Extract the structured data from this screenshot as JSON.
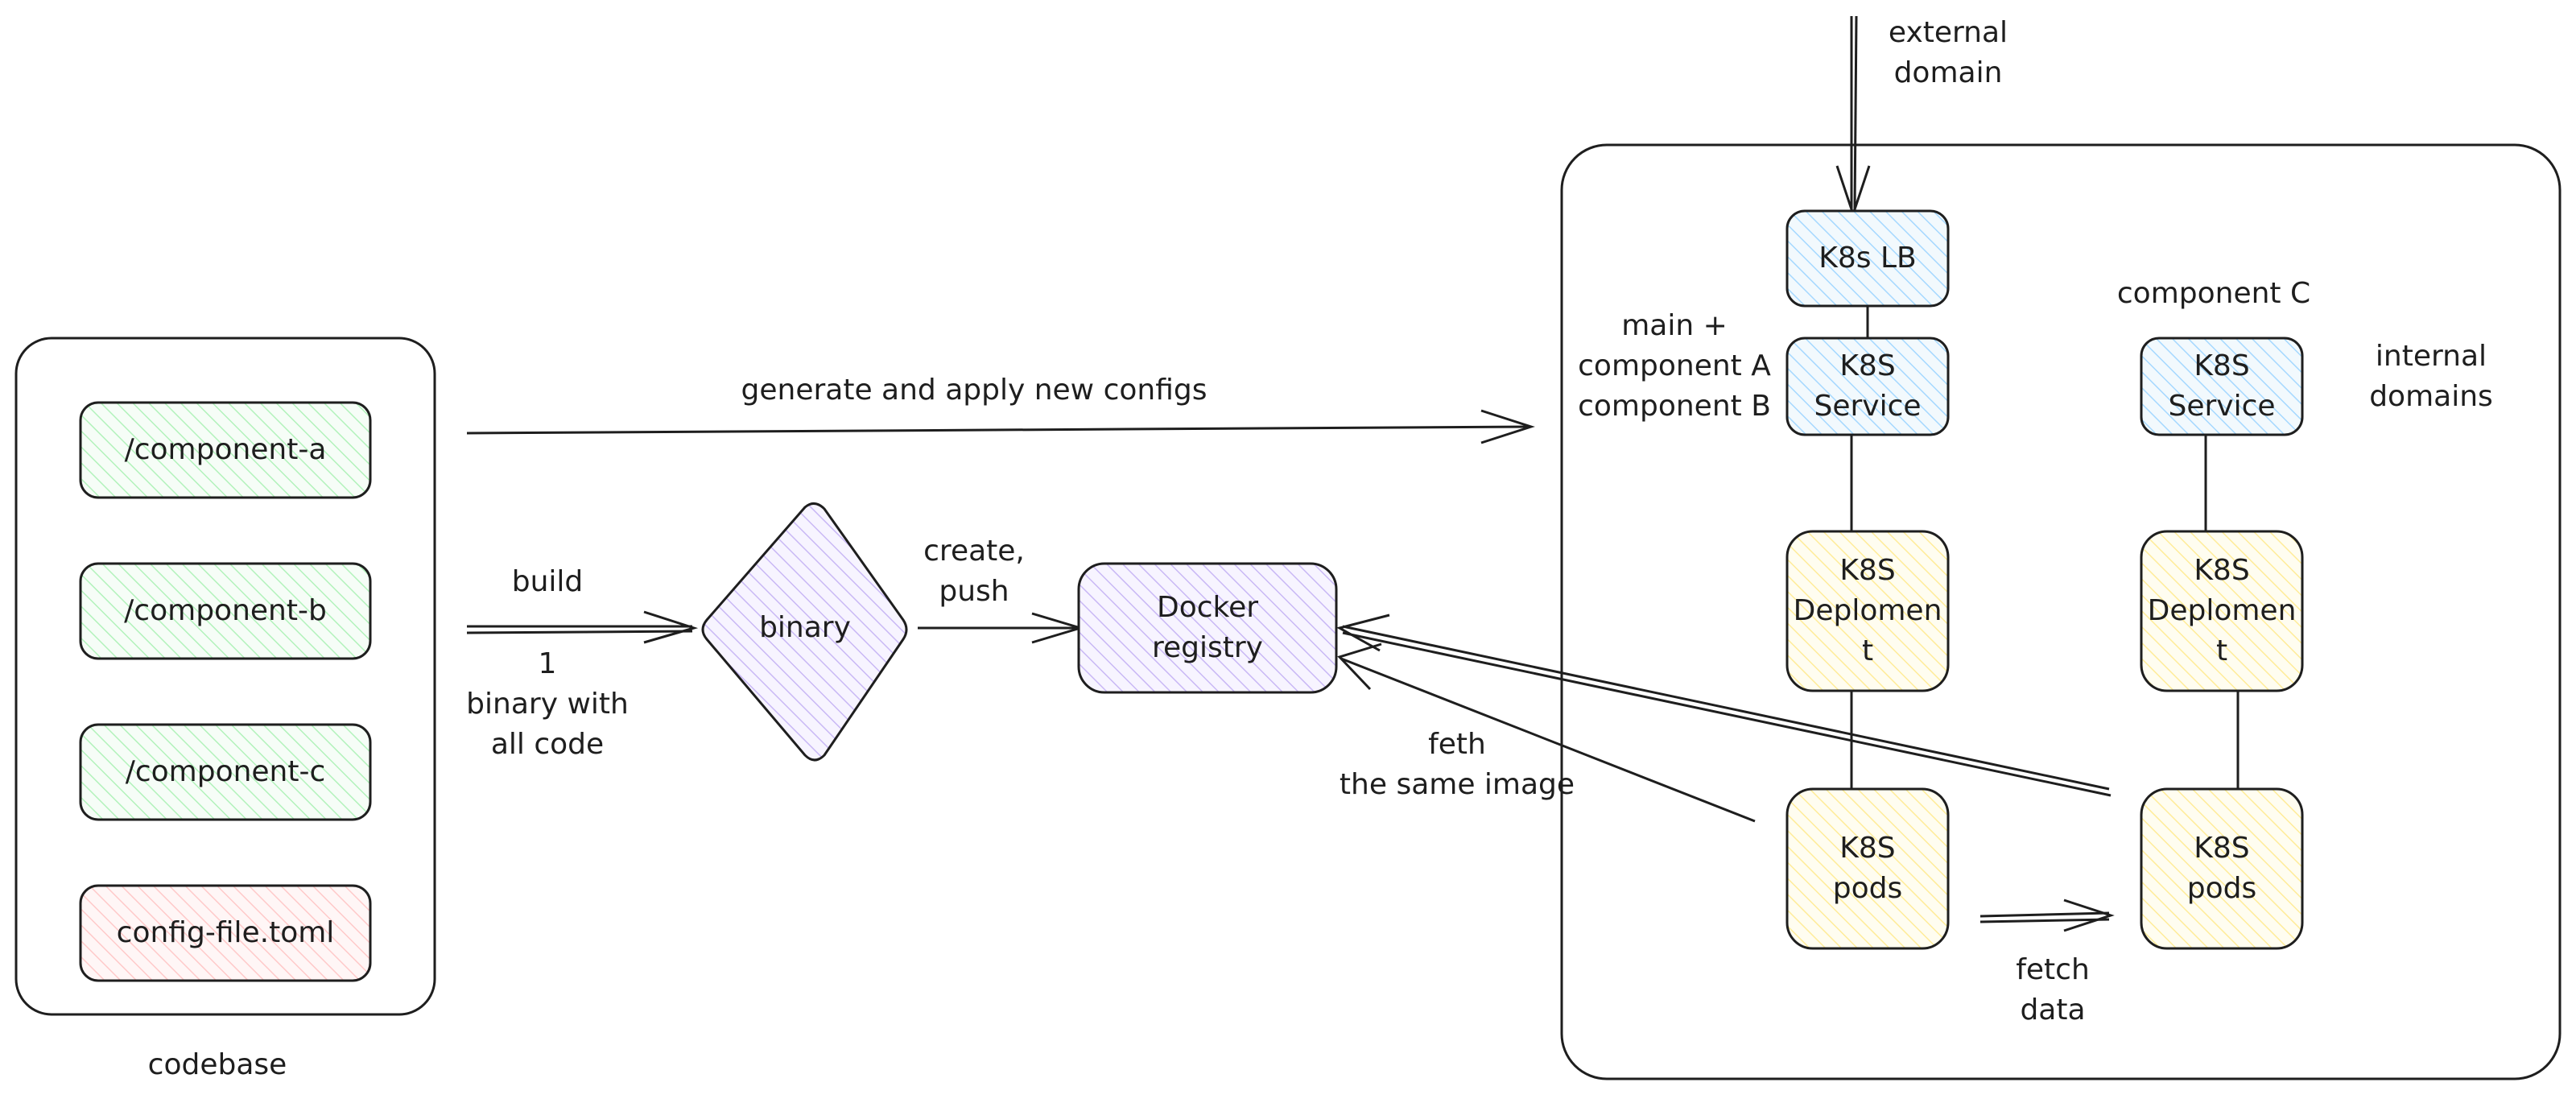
{
  "colors": {
    "stroke": "#1e1e1e",
    "green_fill": "#d3f9d8",
    "red_fill": "#ffe3e3",
    "purple_fill": "#d0bfff",
    "blue_fill": "#a5d8ff",
    "yellow_fill": "#ffec99"
  },
  "codebase": {
    "label": "codebase",
    "items": [
      {
        "label": "/component-a"
      },
      {
        "label": "/component-b"
      },
      {
        "label": "/component-c"
      },
      {
        "label": "config-file.toml"
      }
    ]
  },
  "pipeline": {
    "build_label": "build",
    "binary_note": "1\nbinary with\nall code",
    "binary_node": "binary",
    "push_label": "create,\npush",
    "registry_node": "Docker\nregistry",
    "generate_label": "generate and apply new configs",
    "fetch_image_label": "feth\nthe same image"
  },
  "cluster": {
    "external_label": "external\ndomain",
    "lb_node": "K8s LB",
    "main_group_label": "main +\ncomponent A\ncomponent B",
    "component_c_label": "component C",
    "internal_label": "internal\ndomains",
    "service_node": "K8S\nService",
    "deployment_node": "K8S\nDeplomen\nt",
    "pods_node": "K8S\npods",
    "fetch_data_label": "fetch\ndata"
  }
}
